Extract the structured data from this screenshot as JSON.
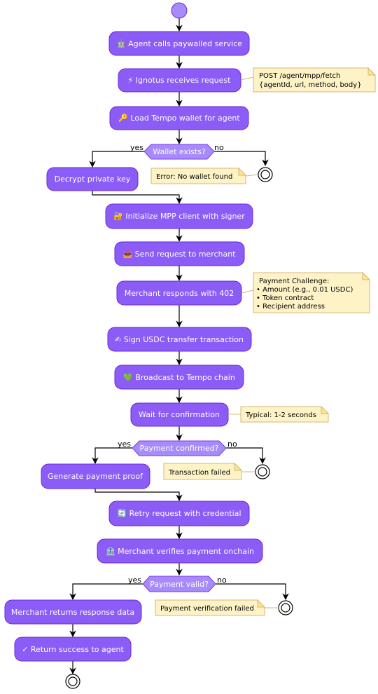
{
  "nodes": {
    "n1": "🤖 Agent calls paywalled service",
    "n2": "⚡ Ignotus receives request",
    "n3": "🔑 Load Tempo wallet for agent",
    "n4": "Decrypt private key",
    "n5": "🔐 Initialize MPP client with signer",
    "n6": "📤 Send request to merchant",
    "n7": "Merchant responds with 402",
    "n8": "✍ Sign USDC transfer transaction",
    "n9": "💚 Broadcast to Tempo chain",
    "n10": "Wait for confirmation",
    "n11": "Generate payment proof",
    "n12": "🔄 Retry request with credential",
    "n13": "🏦 Merchant verifies payment onchain",
    "n14": "Merchant returns response data",
    "n15": "✓ Return success to agent"
  },
  "decisions": {
    "d1": "Wallet exists?",
    "d2": "Payment confirmed?",
    "d3": "Payment valid?"
  },
  "branches": {
    "yes": "yes",
    "no": "no"
  },
  "notes": {
    "request": [
      "POST /agent/mpp/fetch",
      "{agentId, url, method, body}"
    ],
    "no_wallet": [
      "Error: No wallet found"
    ],
    "challenge": [
      "Payment Challenge:",
      "• Amount (e.g., 0.01 USDC)",
      "• Token contract",
      "• Recipient address"
    ],
    "typical": [
      "Typical: 1-2 seconds"
    ],
    "tx_failed": [
      "Transaction failed"
    ],
    "verify_failed": [
      "Payment verification failed"
    ]
  },
  "colors": {
    "action": "#8b5cf6",
    "decision": "#a78bfa",
    "note": "#fef3c7"
  }
}
